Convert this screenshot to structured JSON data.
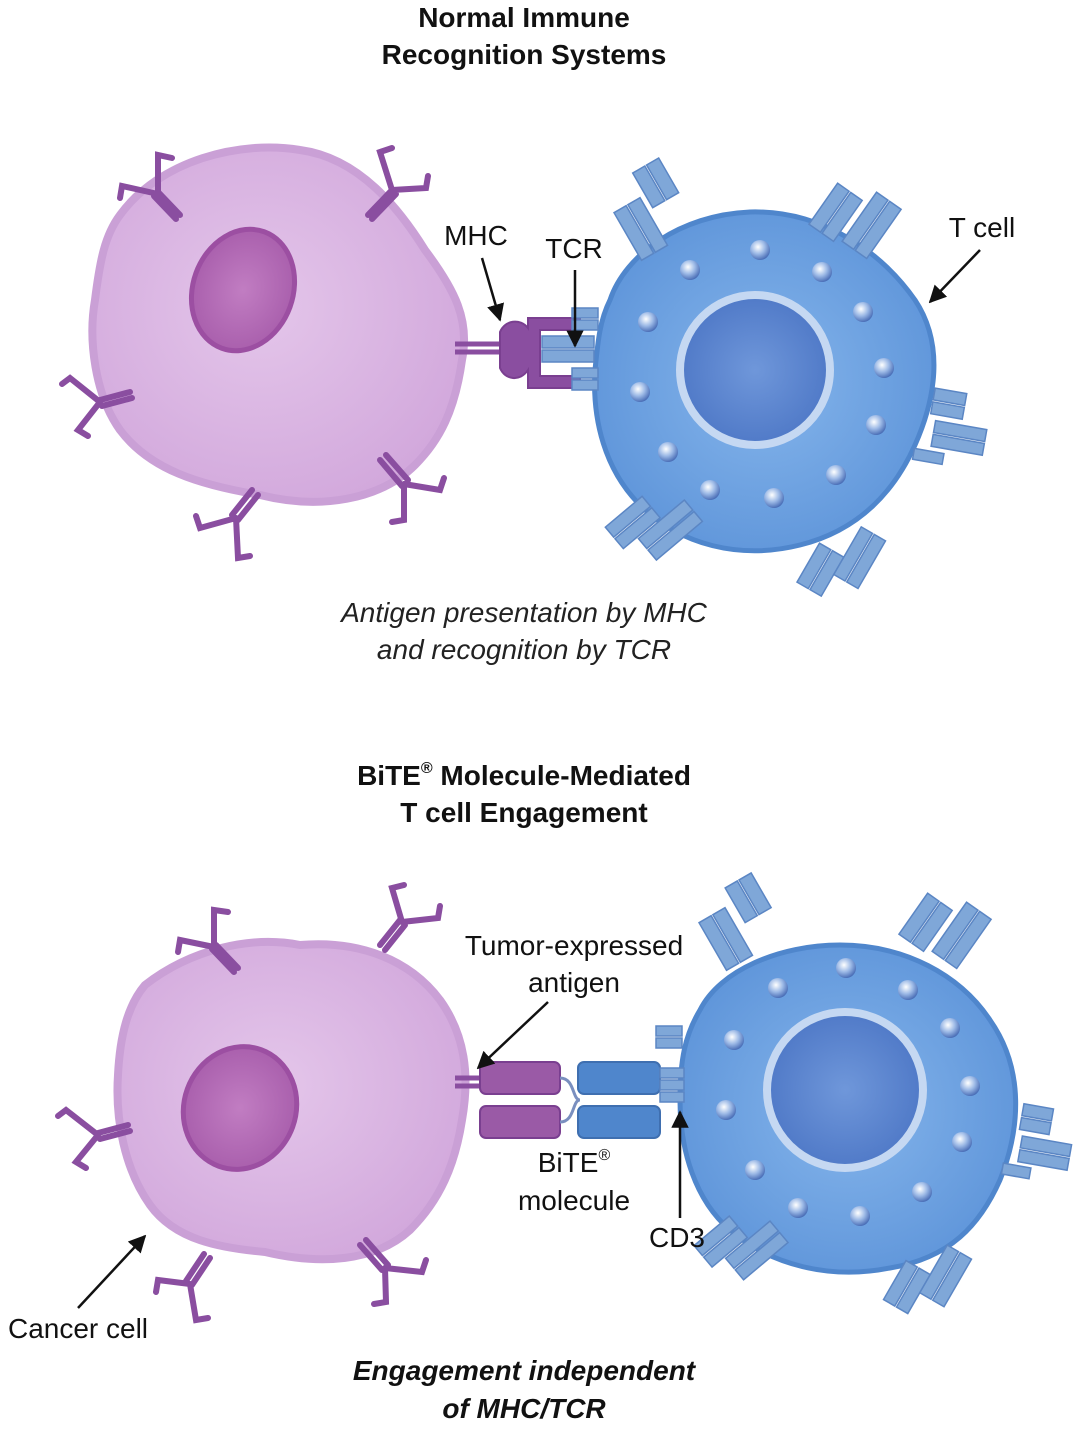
{
  "colors": {
    "cancer_cell_fill": "#d9b6e0",
    "cancer_cell_edge": "#c89ad3",
    "cancer_nucleus": "#b86fb8",
    "receptor_purple": "#8a4ea0",
    "tcell_fill": "#6ea3df",
    "tcell_edge": "#4f86cc",
    "tcell_nucleus": "#4f7fcf",
    "tcr_blue": "#7fa7d8",
    "bite_purple": "#9a5aa6",
    "bite_blue": "#4f86cc"
  },
  "panel1": {
    "title_line1": "Normal Immune",
    "title_line2": "Recognition Systems",
    "label_mhc": "MHC",
    "label_tcr": "TCR",
    "label_tcell": "T cell",
    "caption_line1": "Antigen presentation by MHC",
    "caption_line2": "and recognition by TCR"
  },
  "panel2": {
    "title_line1_a": "BiTE",
    "title_line1_sup": "®",
    "title_line1_b": " Molecule-Mediated",
    "title_line2": "T cell Engagement",
    "label_antigen_line1": "Tumor-expressed",
    "label_antigen_line2": "antigen",
    "label_bite_line1": "BiTE",
    "label_bite_sup": "®",
    "label_bite_line2": "molecule",
    "label_cd3": "CD3",
    "label_cancer": "Cancer cell",
    "caption_line1": "Engagement independent",
    "caption_line2": "of MHC/TCR"
  }
}
